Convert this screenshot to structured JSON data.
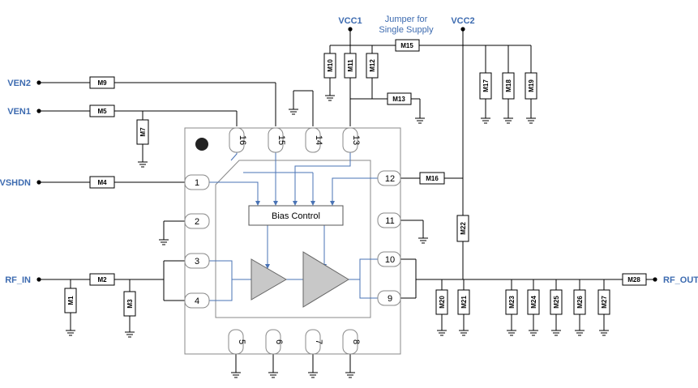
{
  "nets": {
    "vcc1": "VCC1",
    "vcc2": "VCC2",
    "ven2": "VEN2",
    "ven1": "VEN1",
    "vshdn": "VSHDN",
    "rf_in": "RF_IN",
    "rf_out": "RF_OUT"
  },
  "jumper_note": [
    "Jumper for",
    "Single Supply"
  ],
  "block_label": "Bias Control",
  "pins": {
    "p1": "1",
    "p2": "2",
    "p3": "3",
    "p4": "4",
    "p5": "5",
    "p6": "6",
    "p7": "7",
    "p8": "8",
    "p9": "9",
    "p10": "10",
    "p11": "11",
    "p12": "12",
    "p13": "13",
    "p14": "14",
    "p15": "15",
    "p16": "16"
  },
  "components": {
    "M1": "M1",
    "M2": "M2",
    "M3": "M3",
    "M4": "M4",
    "M5": "M5",
    "M7": "M7",
    "M9": "M9",
    "M10": "M10",
    "M11": "M11",
    "M12": "M12",
    "M13": "M13",
    "M15": "M15",
    "M16": "M16",
    "M17": "M17",
    "M18": "M18",
    "M19": "M19",
    "M20": "M20",
    "M21": "M21",
    "M22": "M22",
    "M23": "M23",
    "M24": "M24",
    "M25": "M25",
    "M26": "M26",
    "M27": "M27",
    "M28": "M28"
  },
  "colors": {
    "net_label": "#3d6bb0",
    "signal_line": "#4a73b5",
    "amplifier_fill": "#c8c8c8",
    "chip_outline": "#888888"
  }
}
